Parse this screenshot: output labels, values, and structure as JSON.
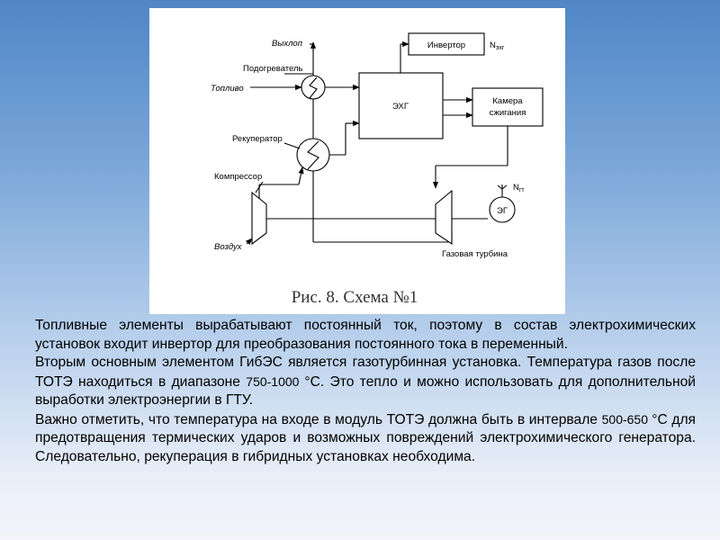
{
  "diagram": {
    "labels": {
      "exhaust": "Выхлоп",
      "heater": "Подогреватель",
      "fuel": "Топливо",
      "recuperator": "Рекуператор",
      "compressor": "Компрессор",
      "air": "Воздух",
      "inverter": "Инвертор",
      "n_ehg_main": "N",
      "n_ehg_sub": "эхг",
      "ehg": "ЭХГ",
      "combustion_line1": "Камера",
      "combustion_line2": "сжигания",
      "n_gt_main": "N",
      "n_gt_sub": "гт",
      "eg": "ЭГ",
      "gas_turbine": "Газовая турбина"
    },
    "caption": "Рис. 8. Схема №1"
  },
  "text": {
    "p1": "Топливные элементы вырабатывают постоянный ток, поэтому в состав электрохимических установок входит инвертор для преобразования постоянного тока в переменный.",
    "p2_part1": "Вторым основным элементом ГибЭС является газотурбинная установка. Температура газов после ТОТЭ находиться в диапазоне ",
    "p2_range": "750-1000 ",
    "p2_unit": "°С",
    "p2_part2": ". Это тепло и можно использовать для дополнительной выработки электроэнергии в ГТУ.",
    "p3_part1": "Важно отметить, что температура на входе в модуль ТОТЭ должна быть в интервале ",
    "p3_range": "500-650 ",
    "p3_unit": "°С",
    "p3_part2": " для предотвращения термических ударов и возможных повреждений электрохимического генератора. Следовательно,  рекуперация в гибридных установках необходима."
  }
}
